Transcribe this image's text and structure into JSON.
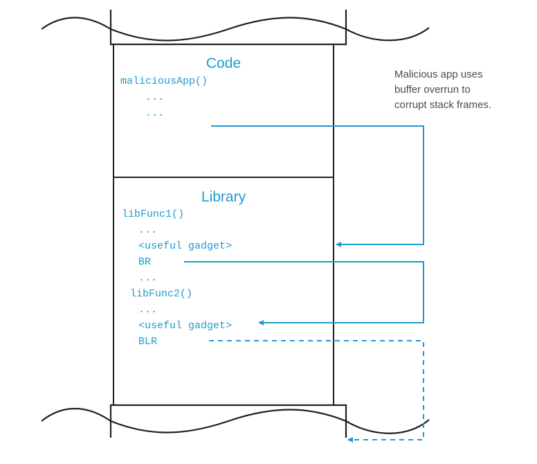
{
  "colors": {
    "accent": "#1d9bd1",
    "outline": "#1f1f1f",
    "note_text": "#4a4a4a"
  },
  "code_section": {
    "title": "Code",
    "lines": [
      "maliciousApp()",
      "...",
      "..."
    ]
  },
  "library_section": {
    "title": "Library",
    "lines": [
      "libFunc1()",
      "...",
      "<useful gadget>",
      "BR",
      "...",
      "libFunc2()",
      "...",
      "<useful gadget>",
      "BLR"
    ]
  },
  "annotation": {
    "lines": [
      "Malicious app uses",
      "buffer overrun to",
      "corrupt stack frames."
    ]
  }
}
